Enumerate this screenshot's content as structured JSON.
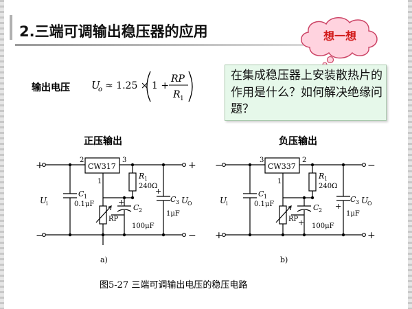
{
  "slide": {
    "title": "2.三端可调输出稳压器的应用",
    "formula_label": "输出电压",
    "formula": {
      "lhs": "U",
      "lhs_sub": "o",
      "approx": "≈ 1.25 ×",
      "one": "1 +",
      "numerator": "RP",
      "denominator": "R",
      "denominator_sub": "1"
    },
    "callout_text": "在集成稳压器上安装散热片的作用是什么？如何解决绝缘问题？",
    "cloud_text": "想一想",
    "caption": "图5-27  三端可调输出电压的稳压电路"
  },
  "circuit_a": {
    "title": "正压输出",
    "chip": "CW317",
    "pin_in": "2",
    "pin_out": "3",
    "pin_adj": "1",
    "top_left_sign": "+",
    "top_right_sign": "+",
    "bottom_left_sign": "−",
    "bottom_right_sign": "−",
    "ui": "U",
    "ui_sub": "i",
    "c1": "C",
    "c1_sub": "1",
    "c1_val": "0.1μF",
    "r1": "R",
    "r1_sub": "1",
    "r1_val": "240Ω",
    "c2": "C",
    "c2_sub": "2",
    "c2_val": "100μF",
    "c3": "C",
    "c3_sub": "3",
    "c3_val": "1μF",
    "uo": "U",
    "uo_sub": "O",
    "rp": "RP",
    "cap_plus": "+",
    "label": "a)"
  },
  "circuit_b": {
    "title": "负压输出",
    "chip": "CW337",
    "pin_in": "3",
    "pin_out": "2",
    "pin_adj": "1",
    "top_left_sign": "−",
    "top_right_sign": "−",
    "bottom_left_sign": "+",
    "bottom_right_sign": "+",
    "ui": "U",
    "ui_sub": "i",
    "c1": "C",
    "c1_sub": "1",
    "c1_val": "0.1μF",
    "r1": "R",
    "r1_sub": "1",
    "r1_val": "240Ω",
    "c2": "C",
    "c2_sub": "2",
    "c2_val": "100μF",
    "c3": "C",
    "c3_sub": "3",
    "c3_val": "1μF",
    "uo": "U",
    "uo_sub": "O",
    "rp": "RP",
    "cap_plus": "+",
    "label": "b)"
  }
}
